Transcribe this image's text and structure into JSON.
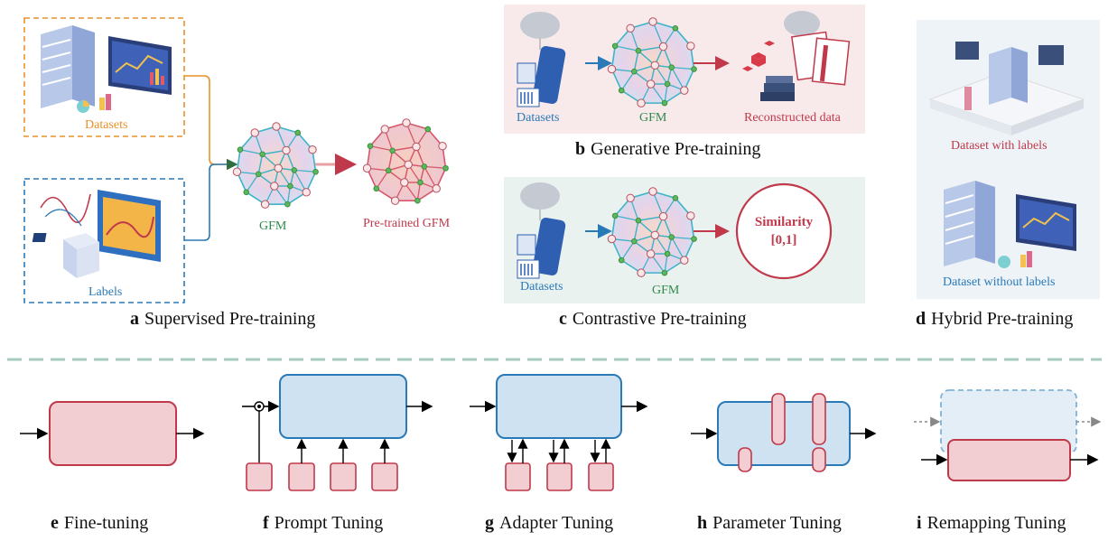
{
  "panels": {
    "a": {
      "letter": "a",
      "caption": "Supervised Pre-training",
      "datasets": "Datasets",
      "labels": "Labels",
      "gfm": "GFM",
      "pretrained": "Pre-trained GFM"
    },
    "b": {
      "letter": "b",
      "caption": "Generative Pre-training",
      "datasets": "Datasets",
      "gfm": "GFM",
      "reconstructed": "Reconstructed data"
    },
    "c": {
      "letter": "c",
      "caption": "Contrastive Pre-training",
      "datasets": "Datasets",
      "gfm": "GFM",
      "similarity": "Similarity",
      "range": "[0,1]"
    },
    "d": {
      "letter": "d",
      "caption": "Hybrid Pre-training",
      "with_labels": "Dataset with labels",
      "without_labels": "Dataset without labels"
    },
    "e": {
      "letter": "e",
      "caption": "Fine-tuning"
    },
    "f": {
      "letter": "f",
      "caption": "Prompt Tuning"
    },
    "g": {
      "letter": "g",
      "caption": "Adapter Tuning"
    },
    "h": {
      "letter": "h",
      "caption": "Parameter Tuning"
    },
    "i": {
      "letter": "i",
      "caption": "Remapping Tuning"
    }
  },
  "colors": {
    "orange": "#e8922a",
    "blue": "#2a7ab8",
    "green": "#2f8a4c",
    "red": "#c0394b",
    "divider": "#a8cbbf",
    "block_blue": "#cfe2f2",
    "block_red": "#f2cdd2"
  },
  "icons": [
    "server-rack-icon",
    "computer-monitor-icon",
    "ai-chip-icon",
    "brain-cloud-icon",
    "ui-phone-icon",
    "books-icon",
    "documents-icon",
    "graph-network-icon"
  ]
}
